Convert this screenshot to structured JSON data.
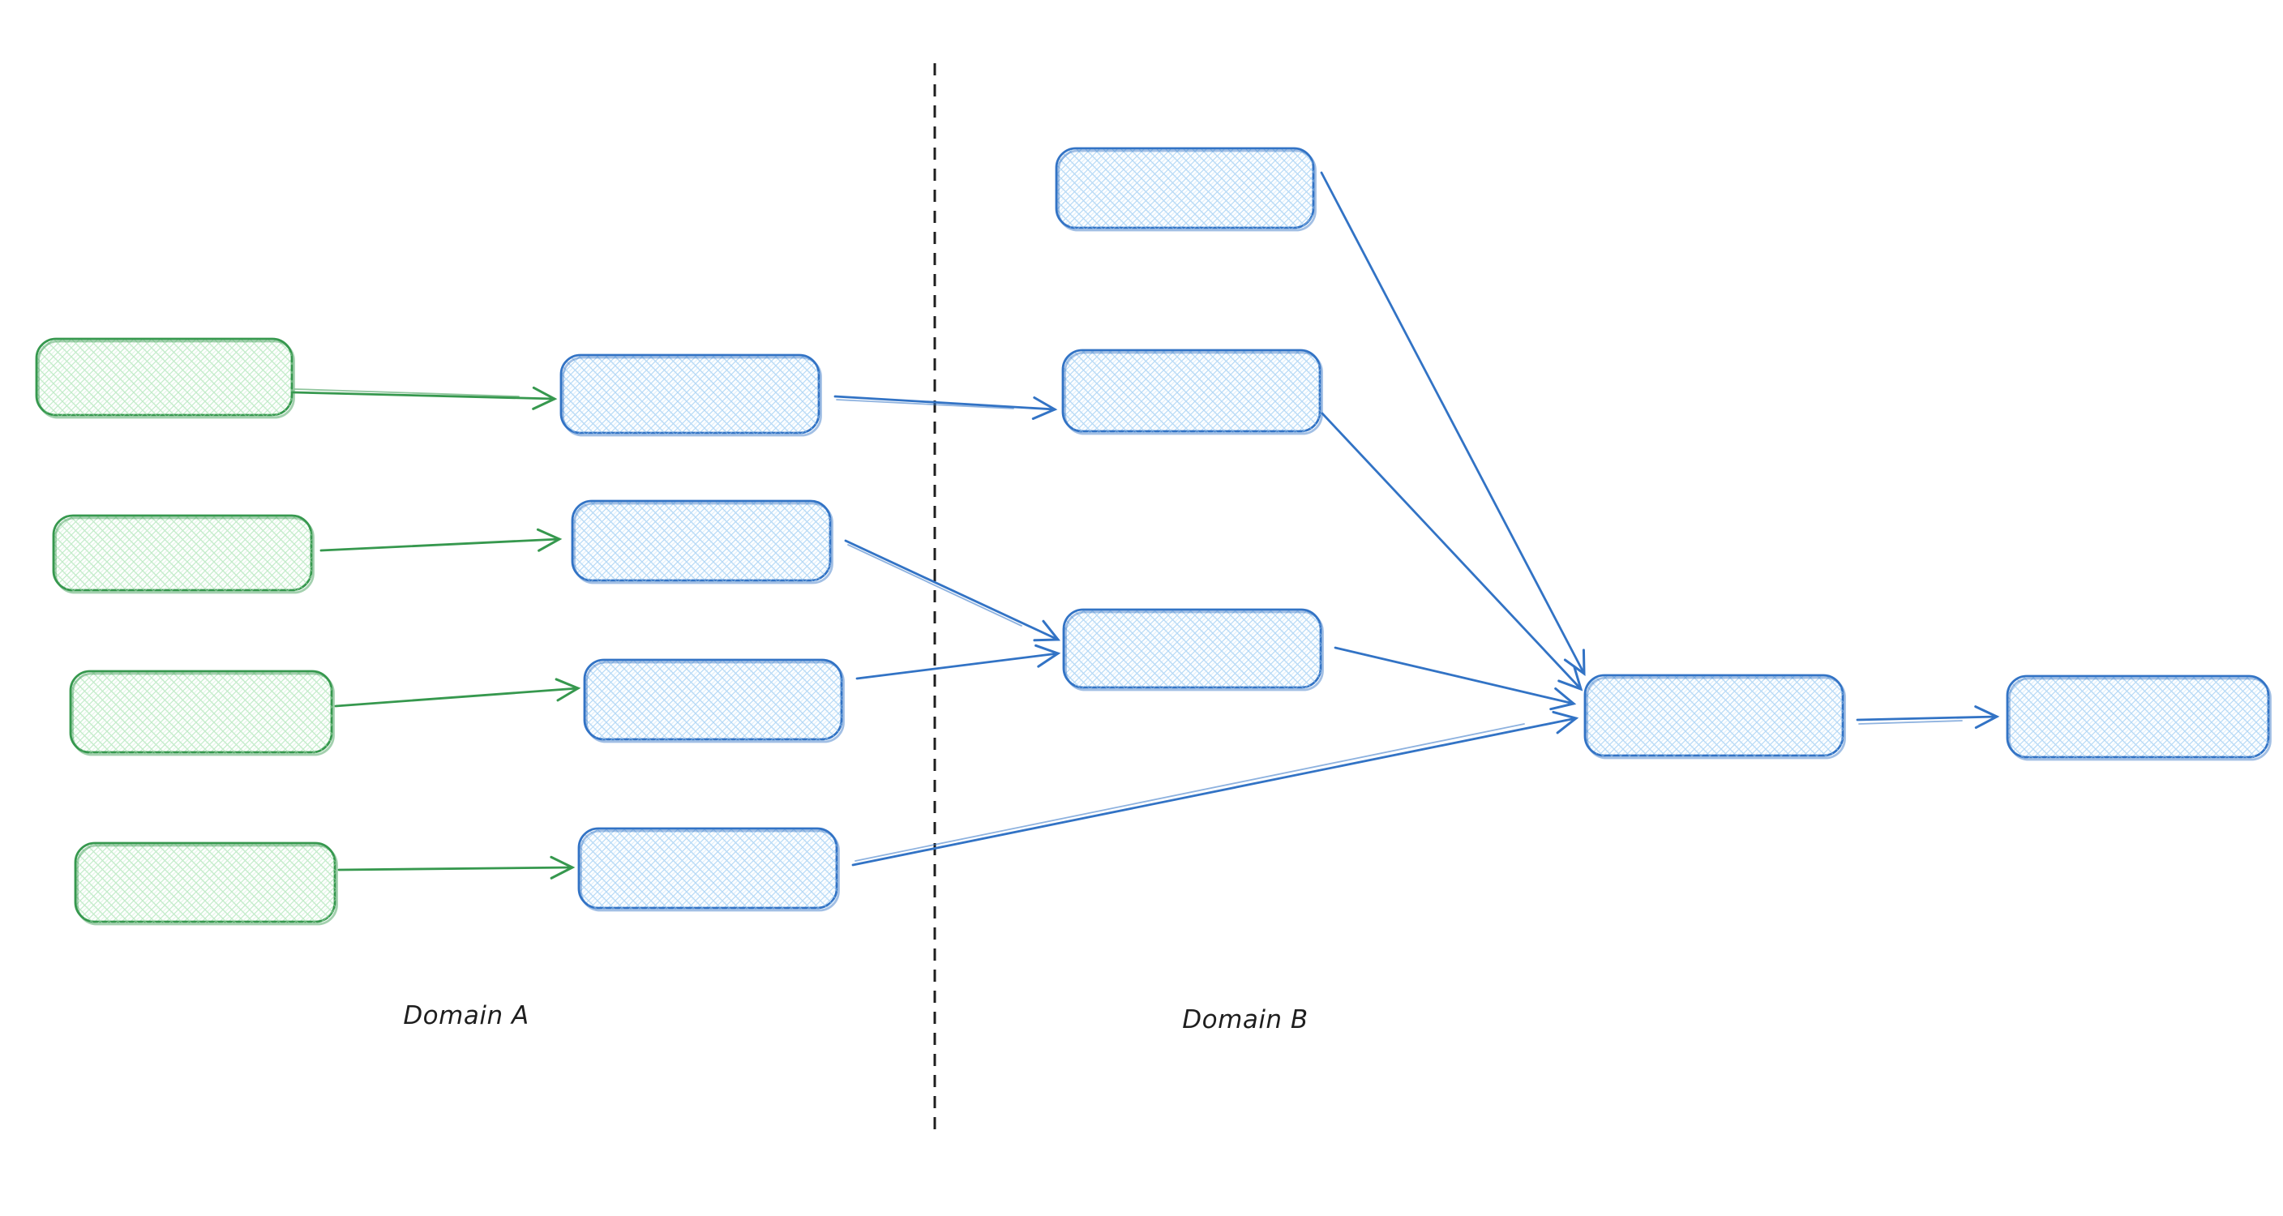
{
  "diagram": {
    "labels": {
      "domain_a": "Domain A",
      "domain_b": "Domain B"
    },
    "colors": {
      "green_stroke": "#36984e",
      "green_hatch": "#c3ecca",
      "blue_stroke": "#3273c5",
      "blue_hatch": "#b7daf6",
      "divider": "#1e1e1e",
      "label_text": "#1e1e1e",
      "background": "#ffffff"
    },
    "nodes": [
      {
        "id": "domain-a-source-1",
        "domain": "A",
        "column": "source",
        "row": 1,
        "color": "green",
        "text": ""
      },
      {
        "id": "domain-a-source-2",
        "domain": "A",
        "column": "source",
        "row": 2,
        "color": "green",
        "text": ""
      },
      {
        "id": "domain-a-source-3",
        "domain": "A",
        "column": "source",
        "row": 3,
        "color": "green",
        "text": ""
      },
      {
        "id": "domain-a-source-4",
        "domain": "A",
        "column": "source",
        "row": 4,
        "color": "green",
        "text": ""
      },
      {
        "id": "domain-a-stage-1",
        "domain": "A",
        "column": "stage",
        "row": 1,
        "color": "blue",
        "text": ""
      },
      {
        "id": "domain-a-stage-2",
        "domain": "A",
        "column": "stage",
        "row": 2,
        "color": "blue",
        "text": ""
      },
      {
        "id": "domain-a-stage-3",
        "domain": "A",
        "column": "stage",
        "row": 3,
        "color": "blue",
        "text": ""
      },
      {
        "id": "domain-a-stage-4",
        "domain": "A",
        "column": "stage",
        "row": 4,
        "color": "blue",
        "text": ""
      },
      {
        "id": "domain-b-input-1",
        "domain": "B",
        "column": "input",
        "row": 1,
        "color": "blue",
        "text": ""
      },
      {
        "id": "domain-b-input-2",
        "domain": "B",
        "column": "input",
        "row": 2,
        "color": "blue",
        "text": ""
      },
      {
        "id": "domain-b-input-3",
        "domain": "B",
        "column": "input",
        "row": 3,
        "color": "blue",
        "text": ""
      },
      {
        "id": "domain-b-merge",
        "domain": "B",
        "column": "merge",
        "row": 1,
        "color": "blue",
        "text": ""
      },
      {
        "id": "domain-b-output",
        "domain": "B",
        "column": "output",
        "row": 1,
        "color": "blue",
        "text": ""
      }
    ],
    "edges": [
      {
        "from": "domain-a-source-1",
        "to": "domain-a-stage-1",
        "color": "green"
      },
      {
        "from": "domain-a-source-2",
        "to": "domain-a-stage-2",
        "color": "green"
      },
      {
        "from": "domain-a-source-3",
        "to": "domain-a-stage-3",
        "color": "green"
      },
      {
        "from": "domain-a-source-4",
        "to": "domain-a-stage-4",
        "color": "green"
      },
      {
        "from": "domain-a-stage-1",
        "to": "domain-b-input-2",
        "color": "blue"
      },
      {
        "from": "domain-a-stage-2",
        "to": "domain-b-input-3",
        "color": "blue"
      },
      {
        "from": "domain-a-stage-3",
        "to": "domain-b-input-3",
        "color": "blue"
      },
      {
        "from": "domain-a-stage-4",
        "to": "domain-b-merge",
        "color": "blue"
      },
      {
        "from": "domain-b-input-1",
        "to": "domain-b-merge",
        "color": "blue"
      },
      {
        "from": "domain-b-input-2",
        "to": "domain-b-merge",
        "color": "blue"
      },
      {
        "from": "domain-b-input-3",
        "to": "domain-b-merge",
        "color": "blue"
      },
      {
        "from": "domain-b-merge",
        "to": "domain-b-output",
        "color": "blue"
      }
    ],
    "divider": {
      "style": "dashed",
      "orientation": "vertical"
    }
  }
}
